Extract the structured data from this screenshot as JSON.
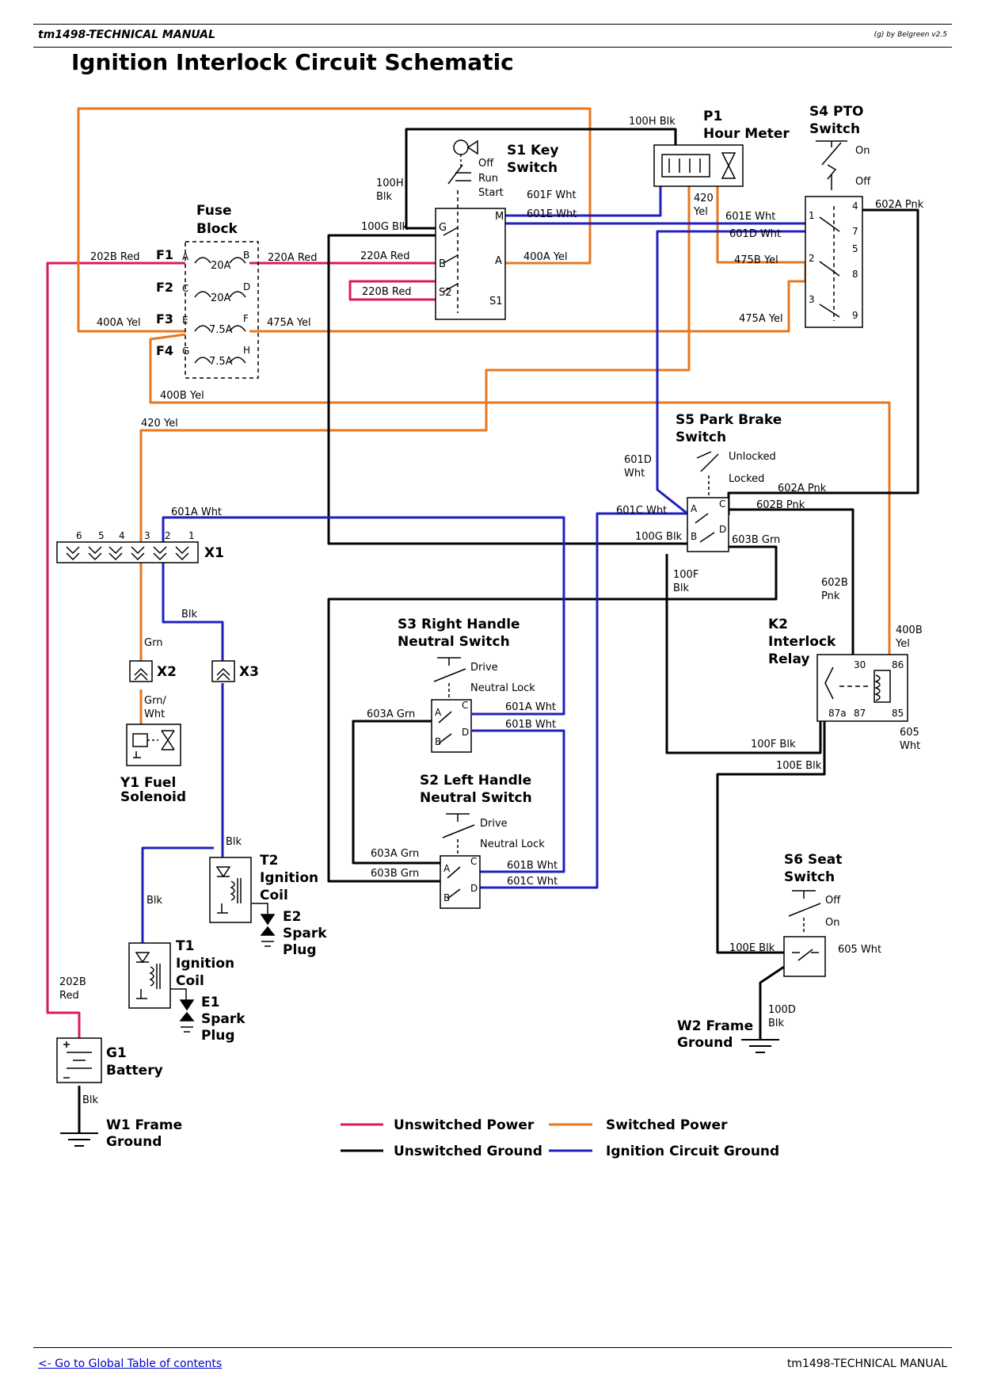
{
  "header": {
    "left": "tm1498-TECHNICAL MANUAL",
    "right": "(g) by Belgreen v2.5"
  },
  "page_title": "Ignition Interlock Circuit Schematic",
  "colors": {
    "unswitched_power": "#d81b60",
    "switched_power": "#e8771e",
    "unswitched_ground": "#000000",
    "ignition_ground": "#2020c0"
  },
  "components": {
    "fuse_block": {
      "title1": "Fuse",
      "title2": "Block",
      "f1": "F1",
      "f2": "F2",
      "f3": "F3",
      "f4": "F4",
      "a": "A",
      "b": "B",
      "c": "C",
      "d": "D",
      "e": "E",
      "f": "F",
      "g": "G",
      "h": "H",
      "r1": "20A",
      "r2": "20A",
      "r3": "7.5A",
      "r4": "7.5A"
    },
    "s1": {
      "title1": "S1 Key",
      "title2": "Switch",
      "off": "Off",
      "run": "Run",
      "start": "Start",
      "g": "G",
      "m": "M",
      "b": "B",
      "a": "A",
      "s2": "S2",
      "s1": "S1"
    },
    "p1": {
      "title1": "P1",
      "title2": "Hour Meter"
    },
    "s4": {
      "title1": "S4 PTO",
      "title2": "Switch",
      "on": "On",
      "off": "Off",
      "t1": "1",
      "t2": "2",
      "t3": "3",
      "t4": "4",
      "t5": "5",
      "t7": "7",
      "t8": "8",
      "t9": "9"
    },
    "s5": {
      "title1": "S5 Park Brake",
      "title2": "Switch",
      "unlocked": "Unlocked",
      "locked": "Locked",
      "a": "A",
      "b": "B",
      "c": "C",
      "d": "D"
    },
    "x1": {
      "title": "X1",
      "p6": "6",
      "p5": "5",
      "p4": "4",
      "p3": "3",
      "p2": "2",
      "p1": "1"
    },
    "x2": "X2",
    "x3": "X3",
    "y1": {
      "title1": "Y1 Fuel",
      "title2": "Solenoid"
    },
    "s3": {
      "title1": "S3 Right Handle",
      "title2": "Neutral Switch",
      "drive": "Drive",
      "lock": "Neutral Lock",
      "a": "A",
      "b": "B",
      "c": "C",
      "d": "D"
    },
    "s2": {
      "title1": "S2 Left Handle",
      "title2": "Neutral Switch",
      "drive": "Drive",
      "lock": "Neutral Lock",
      "a": "A",
      "b": "B",
      "c": "C",
      "d": "D"
    },
    "k2": {
      "title1": "K2",
      "title2": "Interlock",
      "title3": "Relay",
      "t30": "30",
      "t86": "86",
      "t87a": "87a",
      "t87": "87",
      "t85": "85"
    },
    "t2": {
      "title1": "T2",
      "title2": "Ignition",
      "title3": "Coil"
    },
    "e2": {
      "title1": "E2",
      "title2": "Spark",
      "title3": "Plug"
    },
    "t1": {
      "title1": "T1",
      "title2": "Ignition",
      "title3": "Coil"
    },
    "e1": {
      "title1": "E1",
      "title2": "Spark",
      "title3": "Plug"
    },
    "s6": {
      "title1": "S6 Seat",
      "title2": "Switch",
      "off": "Off",
      "on": "On"
    },
    "g1": {
      "title1": "G1",
      "title2": "Battery"
    },
    "w1": {
      "title1": "W1 Frame",
      "title2": "Ground"
    },
    "w2": {
      "title1": "W2 Frame",
      "title2": "Ground"
    }
  },
  "wire_labels": {
    "w202b_red": "202B Red",
    "w220a_red_l": "220A Red",
    "w220a_red_r": "220A Red",
    "w220b_red": "220B Red",
    "w400a_yel_l": "400A Yel",
    "w400a_yel_r": "400A Yel",
    "w475a_yel_l": "475A Yel",
    "w475a_yel_r": "475A Yel",
    "w400b_yel": "400B Yel",
    "w420_yel": "420 Yel",
    "w100h_blk_top": "100H Blk",
    "w100h_1": "100H",
    "w100h_2": "Blk",
    "w100g_blk_top": "100G Blk",
    "w601f_wht": "601F Wht",
    "w601e_wht_l": "601E Wht",
    "w601e_wht_r": "601E Wht",
    "w601d_wht_top": "601D Wht",
    "w420_1": "420",
    "w420_2": "Yel",
    "w475b_yel": "475B Yel",
    "w602a_pnk_top": "602A Pnk",
    "w601d_1": "601D",
    "w601d_2": "Wht",
    "w602a_pnk": "602A Pnk",
    "w602b_pnk": "602B Pnk",
    "w601c_wht": "601C Wht",
    "w100g_blk": "100G Blk",
    "w603b_grn": "603B Grn",
    "w100f_1": "100F",
    "w100f_2": "Blk",
    "w601a_wht": "601A Wht",
    "w602b_1": "602B",
    "w602b_2": "Pnk",
    "w400b_1": "400B",
    "w400b_2": "Yel",
    "w605_1": "605",
    "w605_2": "Wht",
    "w100f_blk": "100F Blk",
    "w100e_blk": "100E Blk",
    "w_blk_x1": "Blk",
    "w_grn": "Grn",
    "w_grnwht_1": "Grn/",
    "w_grnwht_2": "Wht",
    "w603a_grn_s3": "601A Wht",
    "w603a_grn": "603A Grn",
    "w601b_wht": "601B Wht",
    "w603a_grn_s2": "603A Grn",
    "w603b_grn_s2": "603B Grn",
    "w601b_wht_s2": "601B Wht",
    "w601c_wht_s2": "601C Wht",
    "w_blk_t2": "Blk",
    "w_blk_t1": "Blk",
    "w202b_1": "202B",
    "w202b_2": "Red",
    "w_blk_g1": "Blk",
    "w100e_blk_s6": "100E Blk",
    "w605_wht_s6": "605 Wht",
    "w100d_1": "100D",
    "w100d_2": "Blk"
  },
  "legend": {
    "unswitched_power": "Unswitched Power",
    "switched_power": "Switched Power",
    "unswitched_ground": "Unswitched Ground",
    "ignition_ground": "Ignition Circuit Ground"
  },
  "footer": {
    "toc_link": "<- Go to Global Table of contents",
    "right": "tm1498-TECHNICAL MANUAL"
  }
}
